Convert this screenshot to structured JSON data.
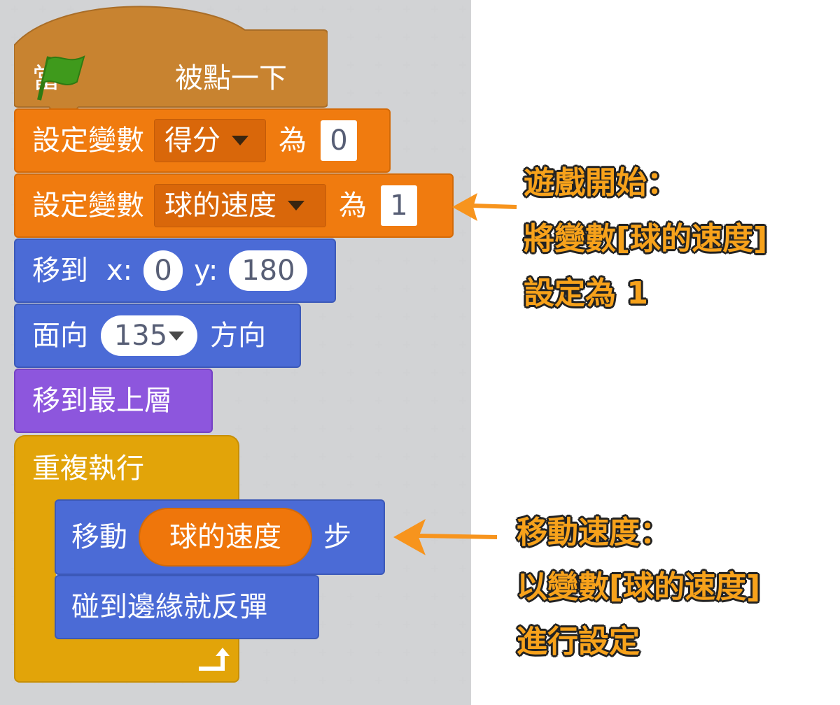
{
  "blocks": {
    "hat": {
      "when": "當",
      "clicked": "被點一下",
      "flag": "green-flag-icon"
    },
    "set_score": {
      "label": "設定變數",
      "var": "得分",
      "to": "為",
      "value": "0"
    },
    "set_speed": {
      "label": "設定變數",
      "var": "球的速度",
      "to": "為",
      "value": "1"
    },
    "goto": {
      "label": "移到",
      "x_label": "x:",
      "x": "0",
      "y_label": "y:",
      "y": "180"
    },
    "point": {
      "label": "面向",
      "value": "135",
      "suffix": "方向"
    },
    "front": {
      "label": "移到最上層"
    },
    "forever": {
      "label": "重複執行"
    },
    "move": {
      "label": "移動",
      "reporter": "球的速度",
      "suffix": "步"
    },
    "bounce": {
      "label": "碰到邊緣就反彈"
    }
  },
  "annotations": {
    "start": {
      "line1": "遊戲開始：",
      "line2": "將變數[球的速度]",
      "line3": "設定為 1"
    },
    "speed": {
      "line1": "移動速度：",
      "line2": "以變數[球的速度]",
      "line3": "進行設定"
    }
  },
  "colors": {
    "workspace": "#e1e1e2",
    "events": "#c88330",
    "variables": "#f07b0f",
    "motion": "#4b6bd6",
    "looks": "#8d56dd",
    "control": "#e2a409",
    "flag": "#3f9a1c",
    "annotation_text": "#f7a21b",
    "arrow": "#f7941d"
  }
}
